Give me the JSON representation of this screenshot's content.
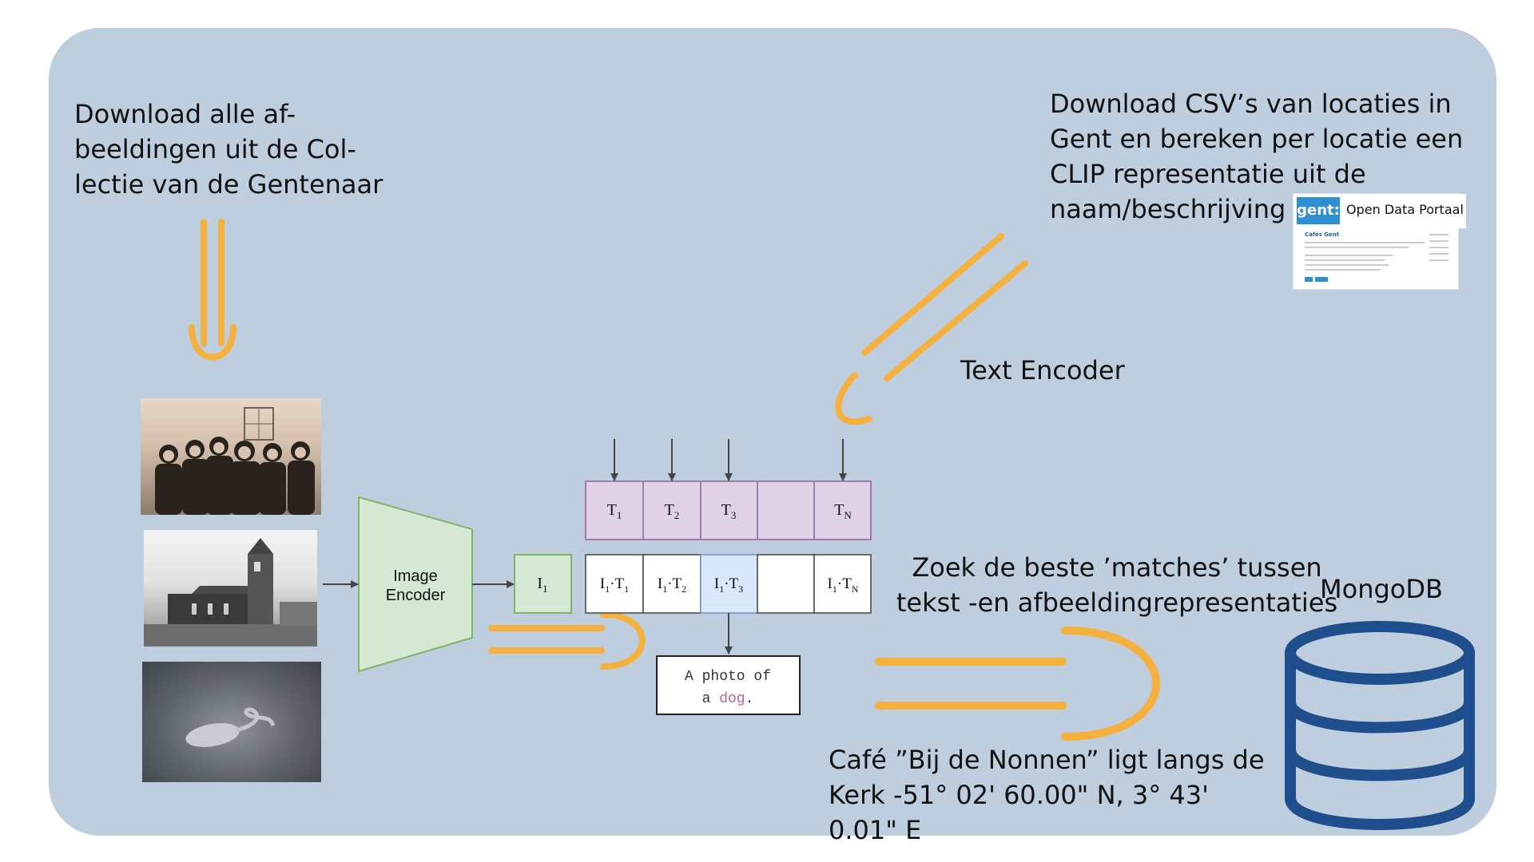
{
  "texts": {
    "download": "Download alle af-\nbeeldingen uit de Col-\nlectie van de Gentenaar",
    "csv": "Download CSV’s van locaties in\nGent en bereken per locatie een\nCLIP representatie uit de\nnaam/beschrijving",
    "text_encoder": "Text Encoder",
    "image_encoder_line1": "Image",
    "image_encoder_line2": "Encoder",
    "match": "Zoek de beste ’matches’ tussen\ntekst -en afbeeldingrepresentaties",
    "mongodb": "MongoDB",
    "cafe": "Café ”Bij de Nonnen” ligt langs de\nKerk -51° 02' 60.00\" N, 3° 43' 0.01\" E"
  },
  "portal": {
    "logo": "gent:",
    "title": "Open Data Portaal",
    "dataset": "Cafés Gent"
  },
  "clip": {
    "text_cells": [
      {
        "main": "T",
        "sub": "1"
      },
      {
        "main": "T",
        "sub": "2"
      },
      {
        "main": "T",
        "sub": "3"
      },
      {
        "main": "",
        "sub": ""
      },
      {
        "main": "T",
        "sub": "N"
      }
    ],
    "image_cell": {
      "main": "I",
      "sub": "1"
    },
    "product_cells": [
      {
        "a": "I",
        "as": "1",
        "b": "T",
        "bs": "1"
      },
      {
        "a": "I",
        "as": "1",
        "b": "T",
        "bs": "2"
      },
      {
        "a": "I",
        "as": "1",
        "b": "T",
        "bs": "3"
      },
      {
        "a": "",
        "as": "",
        "b": "",
        "bs": ""
      },
      {
        "a": "I",
        "as": "1",
        "b": "T",
        "bs": "N"
      }
    ],
    "caption_line1": "A photo of",
    "caption_line2_pre": "a ",
    "caption_line2_word": "dog",
    "caption_line2_post": "."
  },
  "colors": {
    "panel": "#bfcedf",
    "arrow_orange": "#f4b13e",
    "text_cell_fill": "#e0d2e6",
    "text_cell_stroke": "#9e7bb0",
    "encoder_fill": "#d5e8d4",
    "encoder_stroke": "#82b366",
    "highlight_fill": "#dae8fc",
    "highlight_stroke": "#6c8ebf",
    "db_stroke": "#1f4e8c"
  }
}
